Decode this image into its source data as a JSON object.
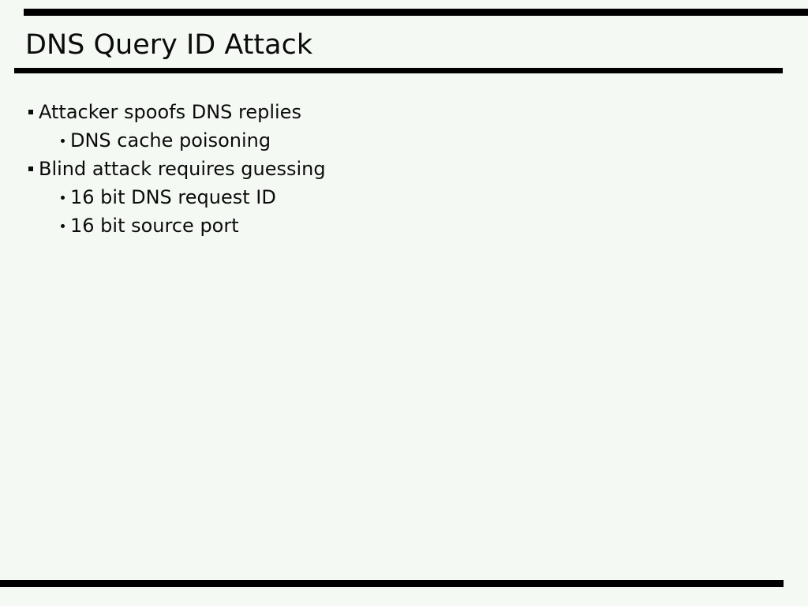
{
  "slide": {
    "title": "DNS Query ID Attack",
    "bullets": [
      {
        "level": 1,
        "text": "Attacker spoofs DNS replies"
      },
      {
        "level": 2,
        "text": "DNS cache poisoning"
      },
      {
        "level": 1,
        "text": "Blind attack requires guessing"
      },
      {
        "level": 2,
        "text": "16 bit DNS request ID"
      },
      {
        "level": 2,
        "text": "16 bit source port"
      }
    ],
    "colors": {
      "background": "#f4faf3",
      "text": "#0b0b0b",
      "rule": "#000000"
    }
  }
}
